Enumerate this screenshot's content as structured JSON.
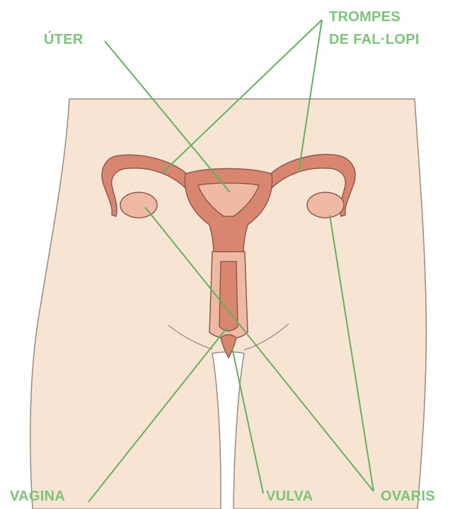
{
  "labels": {
    "uter": "ÚTER",
    "trompes_line1": "TROMPES",
    "trompes_line2": "DE FAL·LOPI",
    "vagina": "VAGINA",
    "vulva": "VULVA",
    "ovaris": "OVARIS"
  },
  "colors": {
    "label_text": "#7cc47a",
    "leader_line": "#5fb35f",
    "skin": "#f7e4d3",
    "skin_outline": "#9a8a7e",
    "organ_dark": "#d98670",
    "organ_light": "#f0b9a4",
    "organ_outline": "#8f5a4c",
    "background": "#ffffff"
  }
}
